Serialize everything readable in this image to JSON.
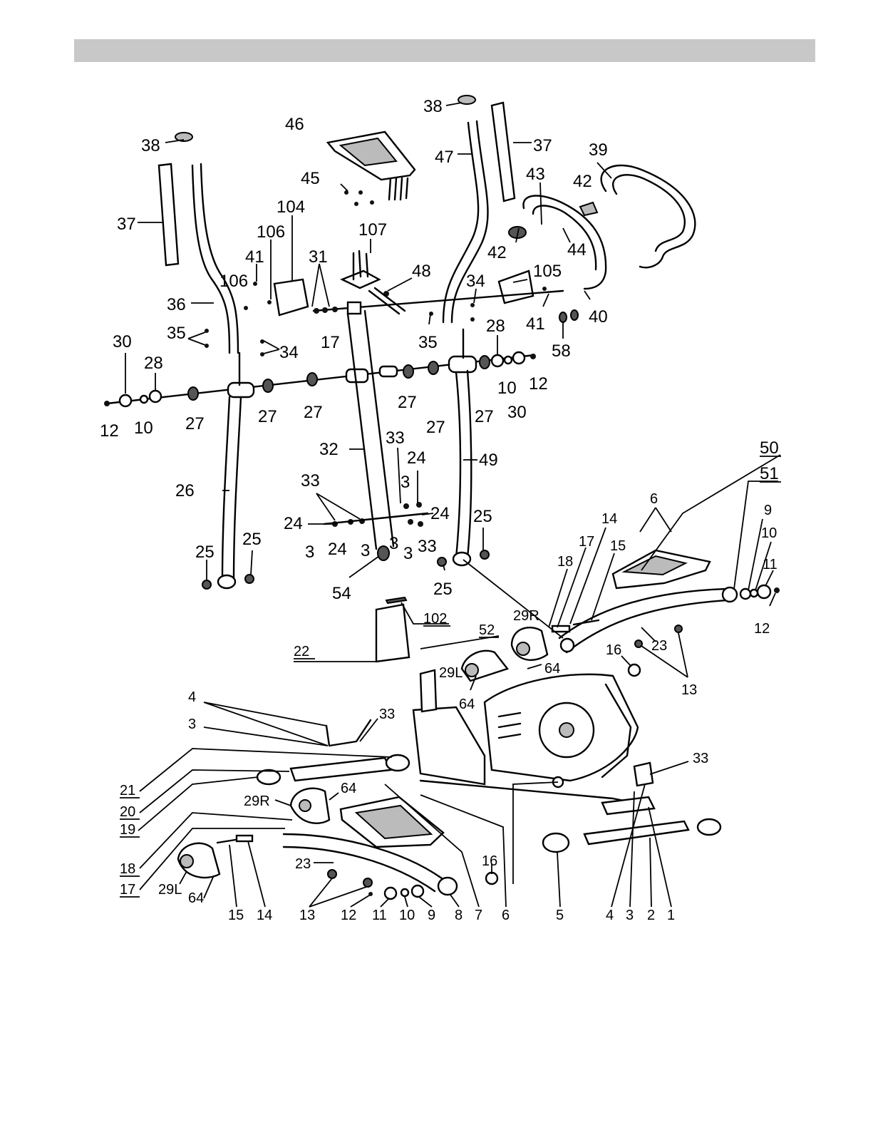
{
  "header": {
    "title": ""
  },
  "labels": [
    {
      "id": "l1",
      "text": "38"
    },
    {
      "id": "l2",
      "text": "38"
    },
    {
      "id": "l3",
      "text": "46"
    },
    {
      "id": "l4",
      "text": "47"
    },
    {
      "id": "l5",
      "text": "37"
    },
    {
      "id": "l6",
      "text": "39"
    },
    {
      "id": "l7",
      "text": "37"
    },
    {
      "id": "l8",
      "text": "43"
    },
    {
      "id": "l9",
      "text": "42"
    },
    {
      "id": "l10",
      "text": "45"
    },
    {
      "id": "l11",
      "text": "104"
    },
    {
      "id": "l12",
      "text": "107"
    },
    {
      "id": "l13",
      "text": "106"
    },
    {
      "id": "l14",
      "text": "42"
    },
    {
      "id": "l15",
      "text": "44"
    },
    {
      "id": "l16",
      "text": "41"
    },
    {
      "id": "l17",
      "text": "31"
    },
    {
      "id": "l18",
      "text": "48"
    },
    {
      "id": "l19",
      "text": "105"
    },
    {
      "id": "l20",
      "text": "106"
    },
    {
      "id": "l21",
      "text": "34"
    },
    {
      "id": "l22",
      "text": "36"
    },
    {
      "id": "l23",
      "text": "41"
    },
    {
      "id": "l24",
      "text": "40"
    },
    {
      "id": "l25",
      "text": "35"
    },
    {
      "id": "l26",
      "text": "17"
    },
    {
      "id": "l27",
      "text": "35"
    },
    {
      "id": "l28",
      "text": "58"
    },
    {
      "id": "l29",
      "text": "34"
    },
    {
      "id": "l30",
      "text": "28"
    },
    {
      "id": "l31",
      "text": "30"
    },
    {
      "id": "l32",
      "text": "28"
    },
    {
      "id": "l33",
      "text": "12"
    },
    {
      "id": "l34",
      "text": "10"
    },
    {
      "id": "l35",
      "text": "27"
    },
    {
      "id": "l36",
      "text": "27"
    },
    {
      "id": "l37",
      "text": "27"
    },
    {
      "id": "l38",
      "text": "27"
    },
    {
      "id": "l39",
      "text": "27"
    },
    {
      "id": "l40",
      "text": "27"
    },
    {
      "id": "l41",
      "text": "10"
    },
    {
      "id": "l42",
      "text": "30"
    },
    {
      "id": "l43",
      "text": "12"
    },
    {
      "id": "l44",
      "text": "32"
    },
    {
      "id": "l45",
      "text": "33"
    },
    {
      "id": "l46",
      "text": "24"
    },
    {
      "id": "l47",
      "text": "49"
    },
    {
      "id": "l48",
      "text": "3"
    },
    {
      "id": "l49",
      "text": "33"
    },
    {
      "id": "l50",
      "text": "26"
    },
    {
      "id": "l51",
      "text": "24"
    },
    {
      "id": "l52",
      "text": "24"
    },
    {
      "id": "l53",
      "text": "25"
    },
    {
      "id": "l54",
      "text": "3"
    },
    {
      "id": "l55",
      "text": "24"
    },
    {
      "id": "l56",
      "text": "3"
    },
    {
      "id": "l57",
      "text": "3"
    },
    {
      "id": "l58",
      "text": "3"
    },
    {
      "id": "l59",
      "text": "33"
    },
    {
      "id": "l60",
      "text": "25"
    },
    {
      "id": "l61",
      "text": "25"
    },
    {
      "id": "l62",
      "text": "54"
    },
    {
      "id": "l63",
      "text": "25"
    },
    {
      "id": "l64",
      "text": "50"
    },
    {
      "id": "l65",
      "text": "51"
    },
    {
      "id": "l66",
      "text": "6"
    },
    {
      "id": "l67",
      "text": "9"
    },
    {
      "id": "l68",
      "text": "14"
    },
    {
      "id": "l69",
      "text": "10"
    },
    {
      "id": "l70",
      "text": "17"
    },
    {
      "id": "l71",
      "text": "15"
    },
    {
      "id": "l72",
      "text": "11"
    },
    {
      "id": "l73",
      "text": "18"
    },
    {
      "id": "l74",
      "text": "12"
    },
    {
      "id": "l75",
      "text": "102"
    },
    {
      "id": "l76",
      "text": "29R"
    },
    {
      "id": "l77",
      "text": "52"
    },
    {
      "id": "l78",
      "text": "23"
    },
    {
      "id": "l79",
      "text": "16"
    },
    {
      "id": "l80",
      "text": "22"
    },
    {
      "id": "l81",
      "text": "29L"
    },
    {
      "id": "l82",
      "text": "64"
    },
    {
      "id": "l83",
      "text": "13"
    },
    {
      "id": "l84",
      "text": "64"
    },
    {
      "id": "l85",
      "text": "4"
    },
    {
      "id": "l86",
      "text": "33"
    },
    {
      "id": "l87",
      "text": "3"
    },
    {
      "id": "l88",
      "text": "33"
    },
    {
      "id": "l89",
      "text": "21"
    },
    {
      "id": "l90",
      "text": "20"
    },
    {
      "id": "l91",
      "text": "64"
    },
    {
      "id": "l92",
      "text": "19"
    },
    {
      "id": "l93",
      "text": "29R"
    },
    {
      "id": "l94",
      "text": "18"
    },
    {
      "id": "l95",
      "text": "17"
    },
    {
      "id": "l96",
      "text": "16"
    },
    {
      "id": "l97",
      "text": "23"
    },
    {
      "id": "l98",
      "text": "29L"
    },
    {
      "id": "l99",
      "text": "64"
    },
    {
      "id": "l100",
      "text": "15"
    },
    {
      "id": "l101",
      "text": "14"
    },
    {
      "id": "l102",
      "text": "13"
    },
    {
      "id": "l103",
      "text": "12"
    },
    {
      "id": "l104",
      "text": "11"
    },
    {
      "id": "l105",
      "text": "10"
    },
    {
      "id": "l106",
      "text": "9"
    },
    {
      "id": "l107",
      "text": "8"
    },
    {
      "id": "l108",
      "text": "7"
    },
    {
      "id": "l109",
      "text": "6"
    },
    {
      "id": "l110",
      "text": "5"
    },
    {
      "id": "l111",
      "text": "4"
    },
    {
      "id": "l112",
      "text": "3"
    },
    {
      "id": "l113",
      "text": "2"
    },
    {
      "id": "l114",
      "text": "1"
    }
  ]
}
